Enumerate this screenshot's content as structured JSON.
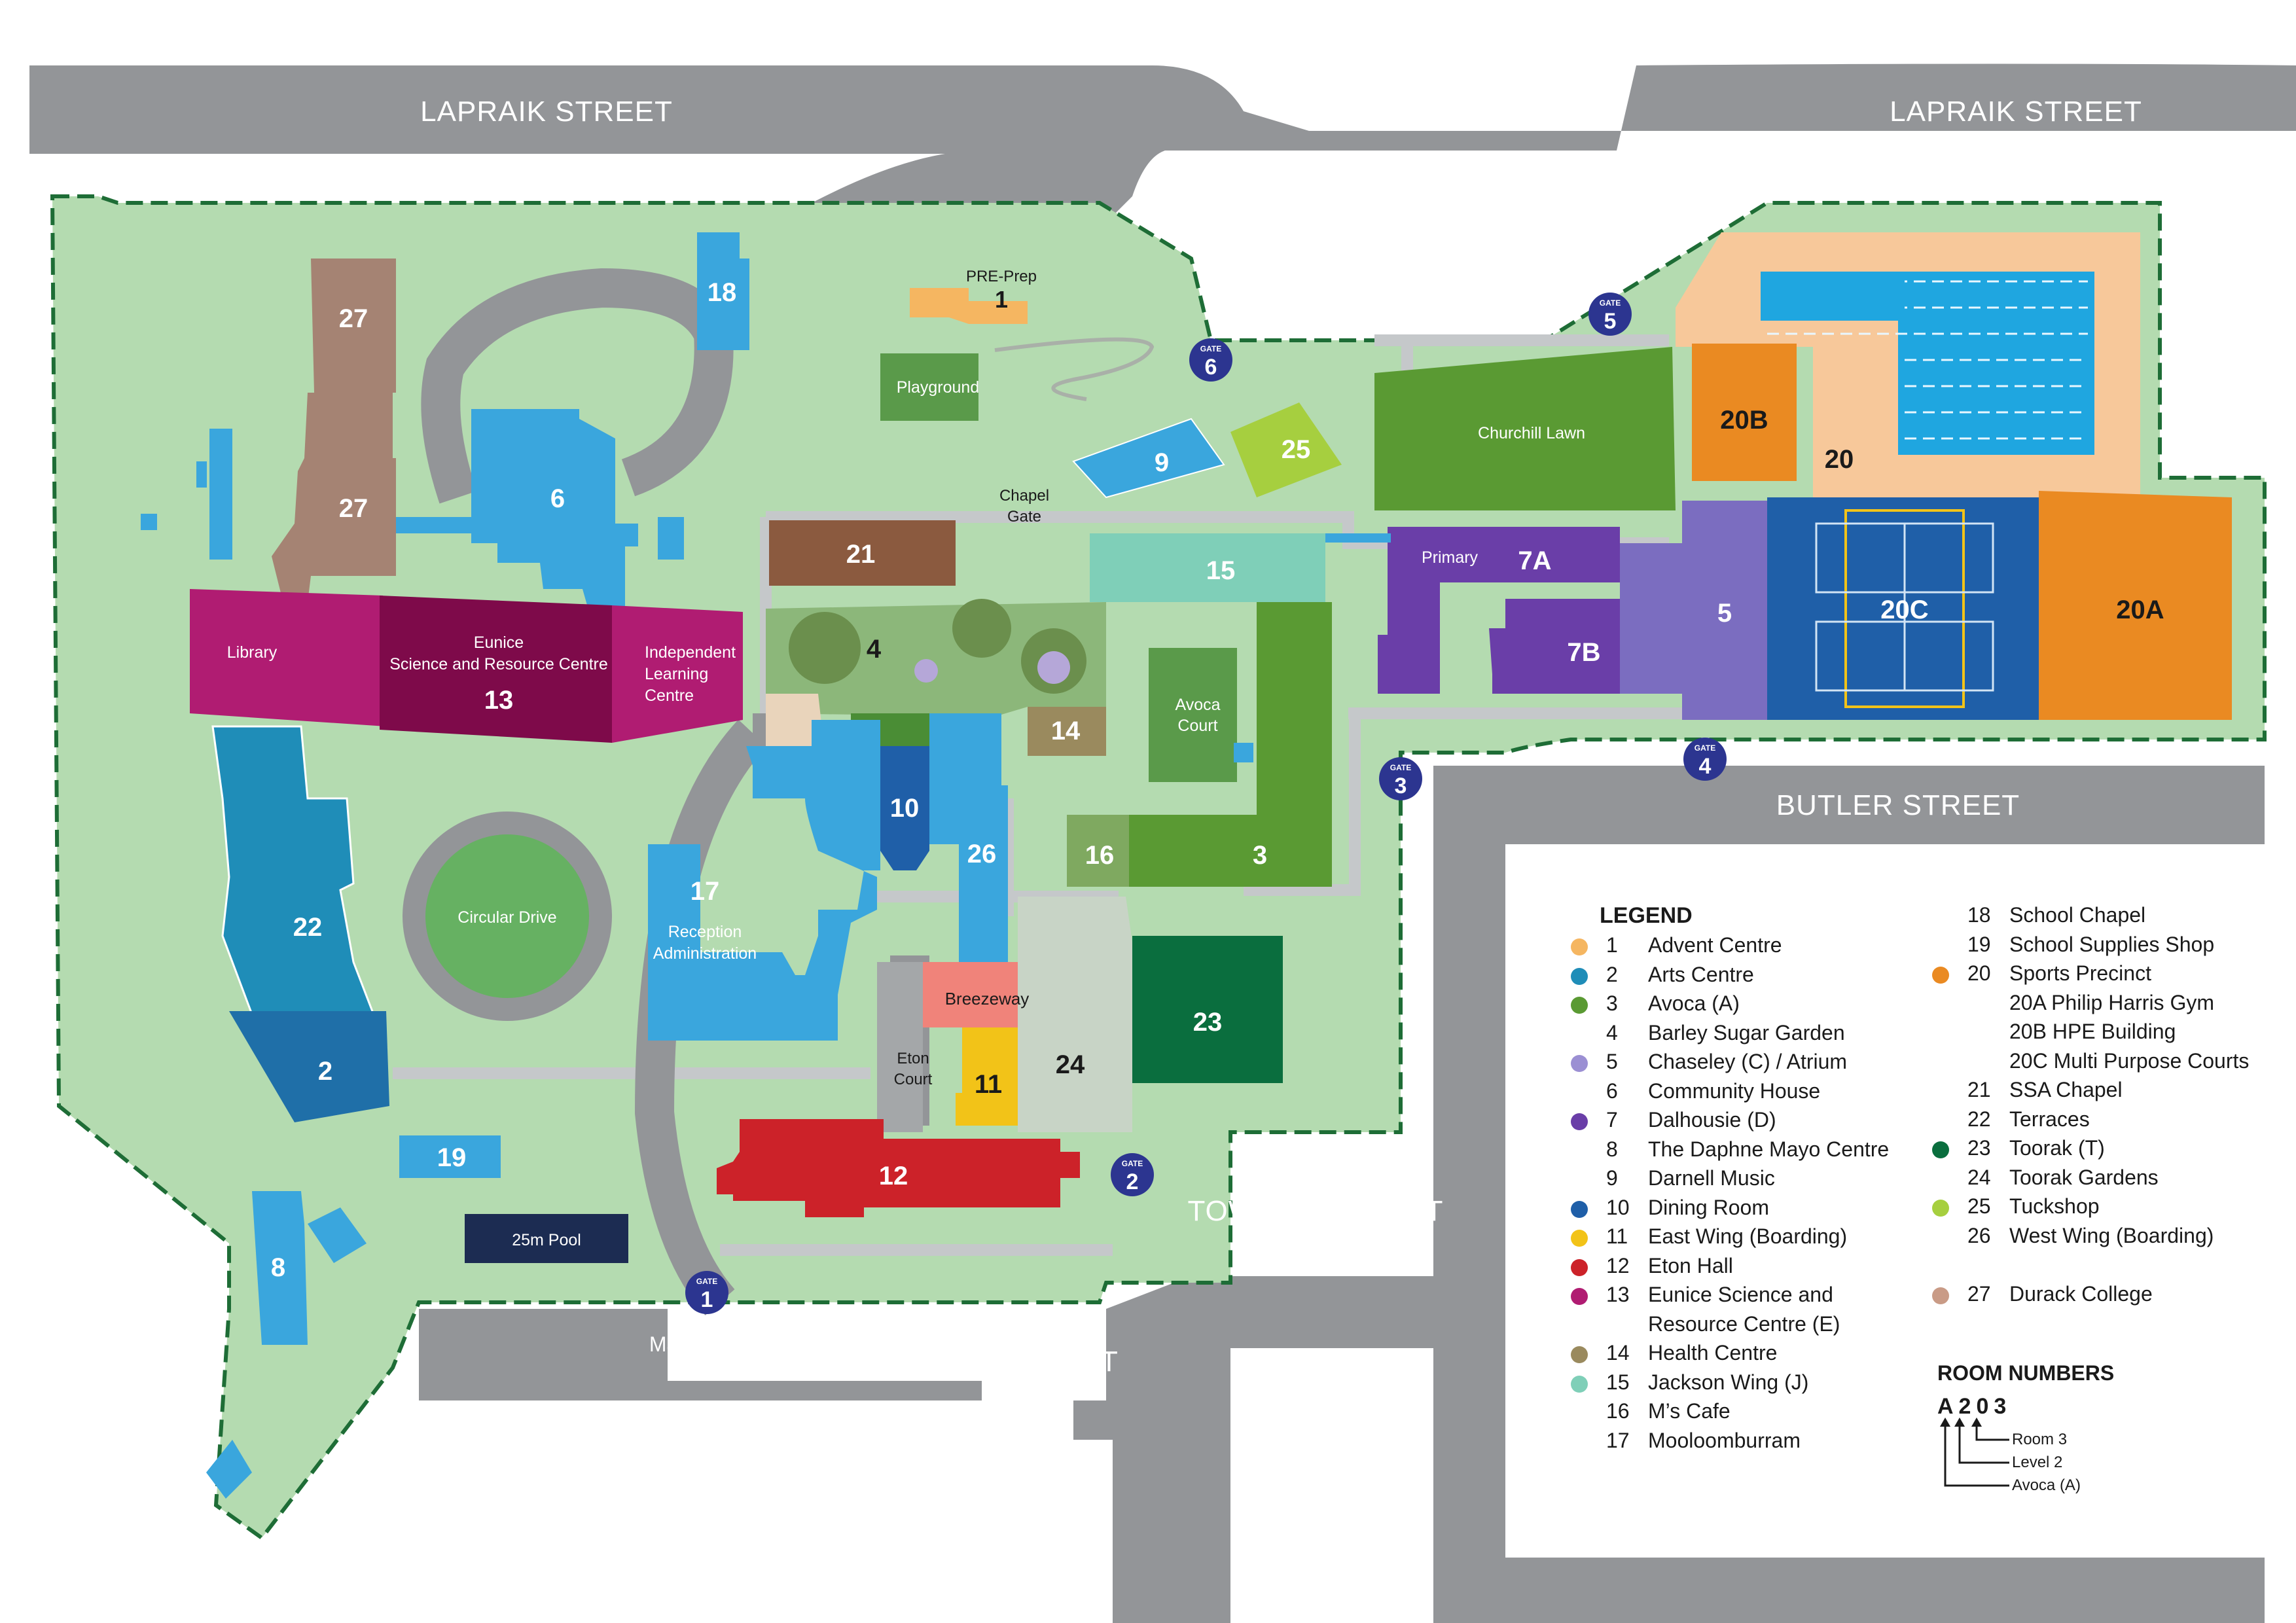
{
  "streets": {
    "lapraik_left": "LAPRAIK STREET",
    "lapraik_right": "LAPRAIK STREET",
    "butler": "BUTLER STREET",
    "towers": "TOWERS STREET",
    "petrie": "PETRIE STREET",
    "main_entrance": "Main Entrance"
  },
  "gates": [
    {
      "word": "GATE",
      "num": "1"
    },
    {
      "word": "GATE",
      "num": "2"
    },
    {
      "word": "GATE",
      "num": "3"
    },
    {
      "word": "GATE",
      "num": "4"
    },
    {
      "word": "GATE",
      "num": "5"
    },
    {
      "word": "GATE",
      "num": "6"
    }
  ],
  "buildings": {
    "b1_name": "PRE-Prep",
    "b1_num": "1",
    "b2_num": "2",
    "b3_num": "3",
    "b4_num": "4",
    "b5_num": "5",
    "b6_num": "6",
    "b7a_name": "Primary",
    "b7a_num": "7A",
    "b7b_num": "7B",
    "b8_num": "8",
    "b9_num": "9",
    "b10_num": "10",
    "b11_num": "11",
    "b12_num": "12",
    "b13_line1": "Eunice",
    "b13_line2": "Science and Resource Centre",
    "b13_num": "13",
    "b14_num": "14",
    "b15_num": "15",
    "b16_num": "16",
    "b17_num": "17",
    "b17_line1": "Reception",
    "b17_line2": "Administration",
    "b18_num": "18",
    "b19_num": "19",
    "b20_num": "20",
    "b20a_num": "20A",
    "b20b_num": "20B",
    "b20c_num": "20C",
    "b21_num": "21",
    "b22_num": "22",
    "b23_num": "23",
    "b24_num": "24",
    "b25_num": "25",
    "b26_num": "26",
    "b27_num_top": "27",
    "b27_num_bottom": "27",
    "library": "Library",
    "ilc_line1": "Independent",
    "ilc_line2": "Learning",
    "ilc_line3": "Centre",
    "playground": "Playground",
    "chapel_gate_1": "Chapel",
    "chapel_gate_2": "Gate",
    "churchill": "Churchill Lawn",
    "avoca_court_1": "Avoca",
    "avoca_court_2": "Court",
    "circular": "Circular Drive",
    "breezeway": "Breezeway",
    "eton_court_1": "Eton",
    "eton_court_2": "Court",
    "pool": "25m Pool"
  },
  "legend": {
    "title": "LEGEND",
    "col1": [
      {
        "num": "1",
        "label": "Advent Centre",
        "color": "#f5b661"
      },
      {
        "num": "2",
        "label": "Arts Centre",
        "color": "#1f8db8"
      },
      {
        "num": "3",
        "label": "Avoca (A)",
        "color": "#5a9a33"
      },
      {
        "num": "4",
        "label": "Barley Sugar Garden",
        "color": ""
      },
      {
        "num": "5",
        "label": "Chaseley (C) / Atrium",
        "color": "#9b8fd3"
      },
      {
        "num": "6",
        "label": "Community House",
        "color": ""
      },
      {
        "num": "7",
        "label": "Dalhousie (D)",
        "color": "#6a3ea8"
      },
      {
        "num": "8",
        "label": "The Daphne Mayo Centre",
        "color": ""
      },
      {
        "num": "9",
        "label": "Darnell Music",
        "color": ""
      },
      {
        "num": "10",
        "label": "Dining Room",
        "color": "#1f5fa8"
      },
      {
        "num": "11",
        "label": "East Wing (Boarding)",
        "color": "#f2c318"
      },
      {
        "num": "12",
        "label": "Eton Hall",
        "color": "#cc2229"
      },
      {
        "num": "13",
        "label": "Eunice Science and",
        "color": "#b01c72"
      },
      {
        "num": "",
        "label": "Resource Centre (E)",
        "color": ""
      },
      {
        "num": "14",
        "label": "Health Centre",
        "color": "#9a8a5e"
      },
      {
        "num": "15",
        "label": "Jackson Wing (J)",
        "color": "#7fcfb8"
      },
      {
        "num": "16",
        "label": "M’s Cafe",
        "color": ""
      },
      {
        "num": "17",
        "label": "Mooloomburram",
        "color": ""
      }
    ],
    "col2": [
      {
        "num": "18",
        "label": "School Chapel",
        "color": ""
      },
      {
        "num": "19",
        "label": "School Supplies Shop",
        "color": ""
      },
      {
        "num": "20",
        "label": "Sports Precinct",
        "color": "#ea8a22"
      },
      {
        "num": "",
        "label": "20A Philip Harris Gym",
        "color": ""
      },
      {
        "num": "",
        "label": "20B HPE Building",
        "color": ""
      },
      {
        "num": "",
        "label": "20C Multi Purpose Courts",
        "color": ""
      },
      {
        "num": "21",
        "label": "SSA Chapel",
        "color": ""
      },
      {
        "num": "22",
        "label": "Terraces",
        "color": ""
      },
      {
        "num": "23",
        "label": "Toorak (T)",
        "color": "#0a6e3e"
      },
      {
        "num": "24",
        "label": "Toorak Gardens",
        "color": ""
      },
      {
        "num": "25",
        "label": "Tuckshop",
        "color": "#a6cf3f"
      },
      {
        "num": "26",
        "label": "West Wing (Boarding)",
        "color": ""
      },
      {
        "num": "",
        "label": "",
        "color": ""
      },
      {
        "num": "27",
        "label": "Durack College",
        "color": "#c99b86"
      }
    ]
  },
  "room_numbers": {
    "title": "ROOM NUMBERS",
    "code": "A203",
    "room": "Room 3",
    "level": "Level 2",
    "building": "Avoca (A)"
  }
}
